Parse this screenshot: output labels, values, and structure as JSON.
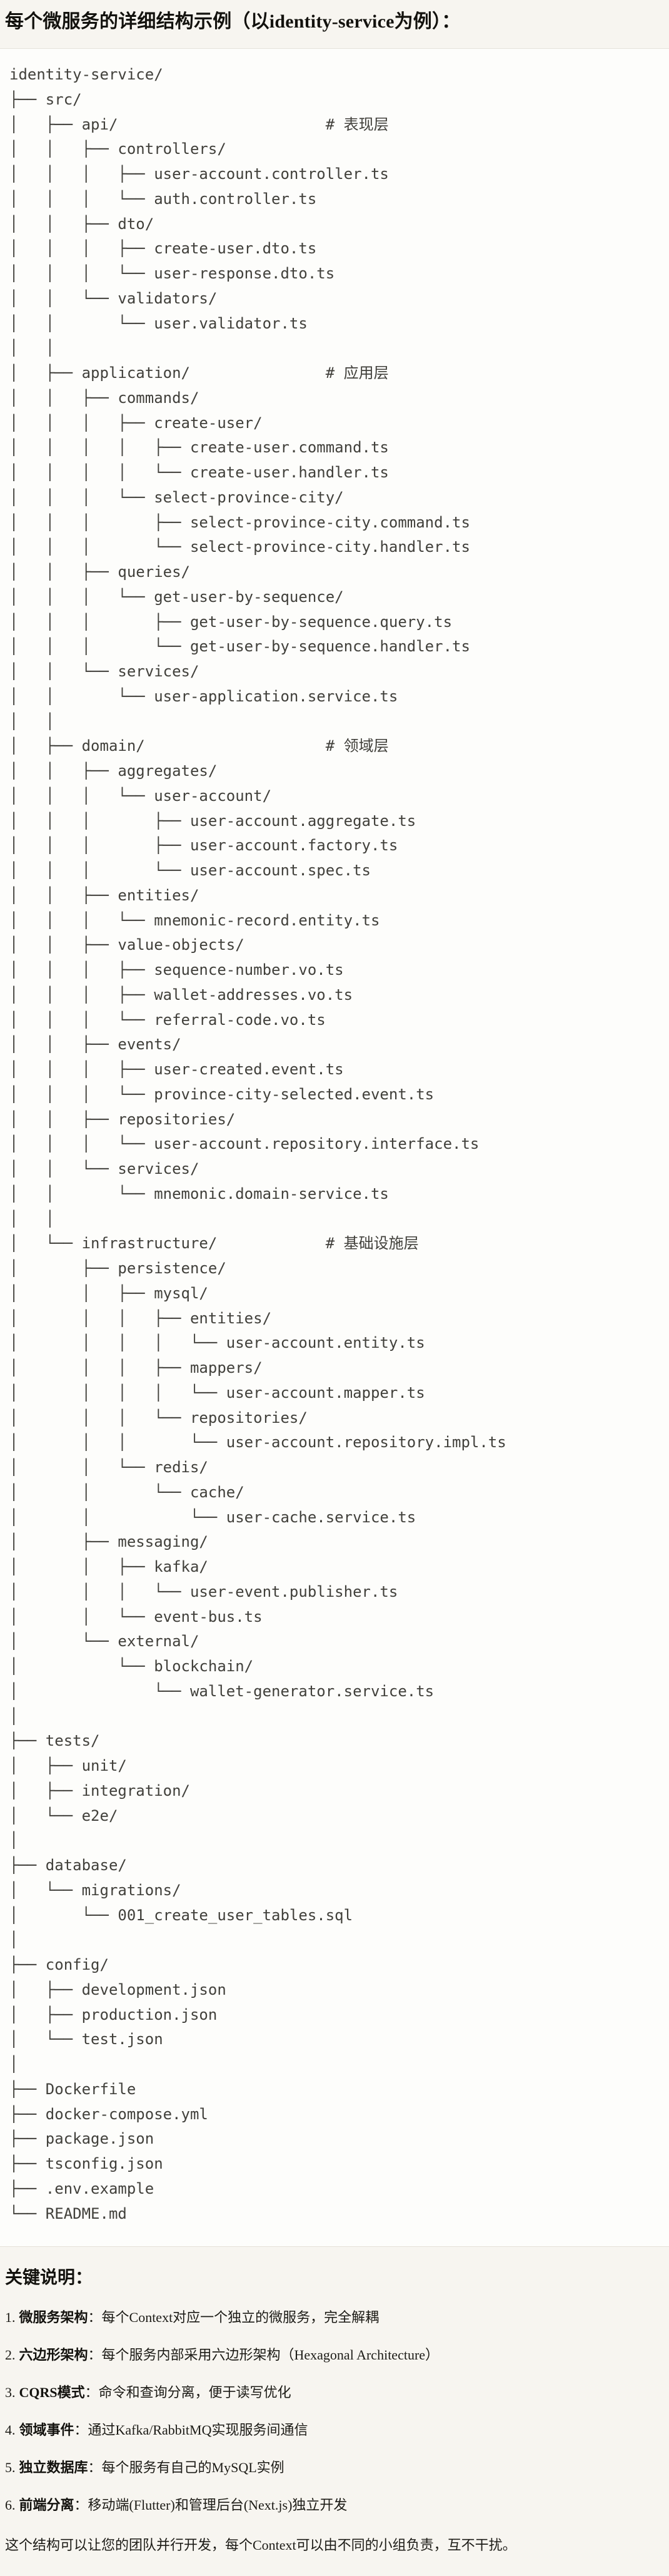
{
  "page": {
    "title": "每个微服务的详细结构示例（以identity-service为例）："
  },
  "tree": {
    "lines": [
      "identity-service/",
      "├── src/",
      "│   ├── api/                       # 表现层",
      "│   │   ├── controllers/",
      "│   │   │   ├── user-account.controller.ts",
      "│   │   │   └── auth.controller.ts",
      "│   │   ├── dto/",
      "│   │   │   ├── create-user.dto.ts",
      "│   │   │   └── user-response.dto.ts",
      "│   │   └── validators/",
      "│   │       └── user.validator.ts",
      "│   │",
      "│   ├── application/               # 应用层",
      "│   │   ├── commands/",
      "│   │   │   ├── create-user/",
      "│   │   │   │   ├── create-user.command.ts",
      "│   │   │   │   └── create-user.handler.ts",
      "│   │   │   └── select-province-city/",
      "│   │   │       ├── select-province-city.command.ts",
      "│   │   │       └── select-province-city.handler.ts",
      "│   │   ├── queries/",
      "│   │   │   └── get-user-by-sequence/",
      "│   │   │       ├── get-user-by-sequence.query.ts",
      "│   │   │       └── get-user-by-sequence.handler.ts",
      "│   │   └── services/",
      "│   │       └── user-application.service.ts",
      "│   │",
      "│   ├── domain/                    # 领域层",
      "│   │   ├── aggregates/",
      "│   │   │   └── user-account/",
      "│   │   │       ├── user-account.aggregate.ts",
      "│   │   │       ├── user-account.factory.ts",
      "│   │   │       └── user-account.spec.ts",
      "│   │   ├── entities/",
      "│   │   │   └── mnemonic-record.entity.ts",
      "│   │   ├── value-objects/",
      "│   │   │   ├── sequence-number.vo.ts",
      "│   │   │   ├── wallet-addresses.vo.ts",
      "│   │   │   └── referral-code.vo.ts",
      "│   │   ├── events/",
      "│   │   │   ├── user-created.event.ts",
      "│   │   │   └── province-city-selected.event.ts",
      "│   │   ├── repositories/",
      "│   │   │   └── user-account.repository.interface.ts",
      "│   │   └── services/",
      "│   │       └── mnemonic.domain-service.ts",
      "│   │",
      "│   └── infrastructure/            # 基础设施层",
      "│       ├── persistence/",
      "│       │   ├── mysql/",
      "│       │   │   ├── entities/",
      "│       │   │   │   └── user-account.entity.ts",
      "│       │   │   ├── mappers/",
      "│       │   │   │   └── user-account.mapper.ts",
      "│       │   │   └── repositories/",
      "│       │   │       └── user-account.repository.impl.ts",
      "│       │   └── redis/",
      "│       │       └── cache/",
      "│       │           └── user-cache.service.ts",
      "│       ├── messaging/",
      "│       │   ├── kafka/",
      "│       │   │   └── user-event.publisher.ts",
      "│       │   └── event-bus.ts",
      "│       └── external/",
      "│           └── blockchain/",
      "│               └── wallet-generator.service.ts",
      "│",
      "├── tests/",
      "│   ├── unit/",
      "│   ├── integration/",
      "│   └── e2e/",
      "│",
      "├── database/",
      "│   └── migrations/",
      "│       └── 001_create_user_tables.sql",
      "│",
      "├── config/",
      "│   ├── development.json",
      "│   ├── production.json",
      "│   └── test.json",
      "│",
      "├── Dockerfile",
      "├── docker-compose.yml",
      "├── package.json",
      "├── tsconfig.json",
      "├── .env.example",
      "└── README.md"
    ]
  },
  "notes": {
    "heading": "关键说明：",
    "items": [
      {
        "num": "1.",
        "term": "微服务架构",
        "desc": "：每个Context对应一个独立的微服务，完全解耦"
      },
      {
        "num": "2.",
        "term": "六边形架构",
        "desc": "：每个服务内部采用六边形架构（Hexagonal Architecture）"
      },
      {
        "num": "3.",
        "term": "CQRS模式",
        "desc": "：命令和查询分离，便于读写优化"
      },
      {
        "num": "4.",
        "term": "领域事件",
        "desc": "：通过Kafka/RabbitMQ实现服务间通信"
      },
      {
        "num": "5.",
        "term": "独立数据库",
        "desc": "：每个服务有自己的MySQL实例"
      },
      {
        "num": "6.",
        "term": "前端分离",
        "desc": "：移动端(Flutter)和管理后台(Next.js)独立开发"
      }
    ],
    "closing": "这个结构可以让您的团队并行开发，每个Context可以由不同的小组负责，互不干扰。"
  },
  "colors": {
    "page_bg": "#F7F5F0",
    "code_bg": "#FDFDFB",
    "border": "#E5E2DA",
    "code_text": "#41403B",
    "text": "#1C1B16",
    "heading": "#13120E"
  }
}
